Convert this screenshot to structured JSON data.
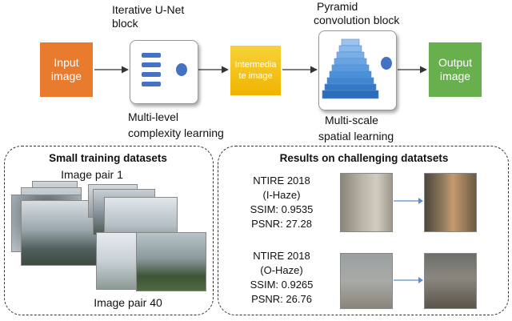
{
  "pipeline": {
    "input": "Input image",
    "unet_title_line1": "Iterative U-Net",
    "unet_title_line2": "block",
    "unet_caption_line1": "Multi-level",
    "unet_caption_line2": "complexity learning",
    "intermediate_line1": "Intermedia",
    "intermediate_line2": "te image",
    "pyramid_title_line1": "Pyramid",
    "pyramid_title_line2": "convolution block",
    "pyramid_caption_line1": "Multi-scale",
    "pyramid_caption_line2": "spatial learning",
    "output": "Output image"
  },
  "left_panel": {
    "title": "Small training datasets",
    "pair_first": "Image pair 1",
    "pair_last": "Image pair 40"
  },
  "right_panel": {
    "title": "Results on challenging datatsets",
    "results": [
      {
        "dataset": "NTIRE 2018",
        "variant": "(I-Haze)",
        "ssim": "SSIM: 0.9535",
        "psnr": "PSNR: 27.28"
      },
      {
        "dataset": "NTIRE 2018",
        "variant": "(O-Haze)",
        "ssim": "SSIM: 0.9265",
        "psnr": "PSNR: 26.76"
      }
    ]
  },
  "colors": {
    "input": "#e87b2e",
    "intermediate": "#f5c31a",
    "output": "#68b04e",
    "unet_blue": "#4472c4"
  }
}
